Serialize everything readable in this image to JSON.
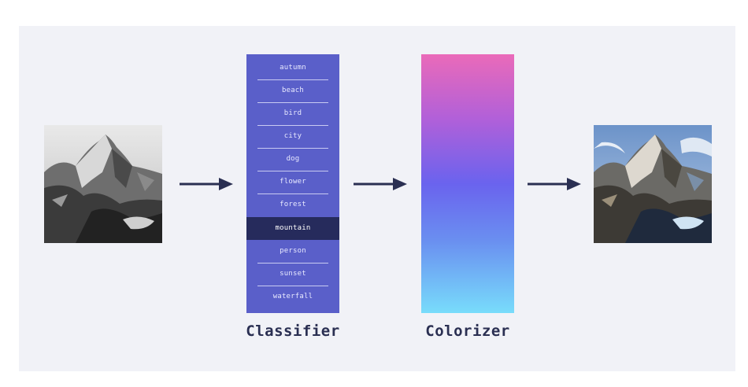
{
  "diagram": {
    "stages": {
      "classifier_label": "Classifier",
      "colorizer_label": "Colorizer"
    },
    "classes": [
      {
        "label": "autumn",
        "selected": false
      },
      {
        "label": "beach",
        "selected": false
      },
      {
        "label": "bird",
        "selected": false
      },
      {
        "label": "city",
        "selected": false
      },
      {
        "label": "dog",
        "selected": false
      },
      {
        "label": "flower",
        "selected": false
      },
      {
        "label": "forest",
        "selected": false
      },
      {
        "label": "mountain",
        "selected": true
      },
      {
        "label": "person",
        "selected": false
      },
      {
        "label": "sunset",
        "selected": false
      },
      {
        "label": "waterfall",
        "selected": false
      }
    ],
    "colors": {
      "background": "#f1f2f7",
      "classifier_fill": "#5a5fc9",
      "selected_fill": "#262b5c",
      "arrow": "#2a2f52",
      "gradient_top": "#ea6ab9",
      "gradient_mid": "#6a63ee",
      "gradient_bottom": "#78dcfb",
      "caption": "#2a2f52"
    },
    "icons": {
      "input_image": "grayscale-mountain-photo",
      "output_image": "colorized-mountain-photo",
      "arrow": "right-arrow-icon"
    }
  }
}
